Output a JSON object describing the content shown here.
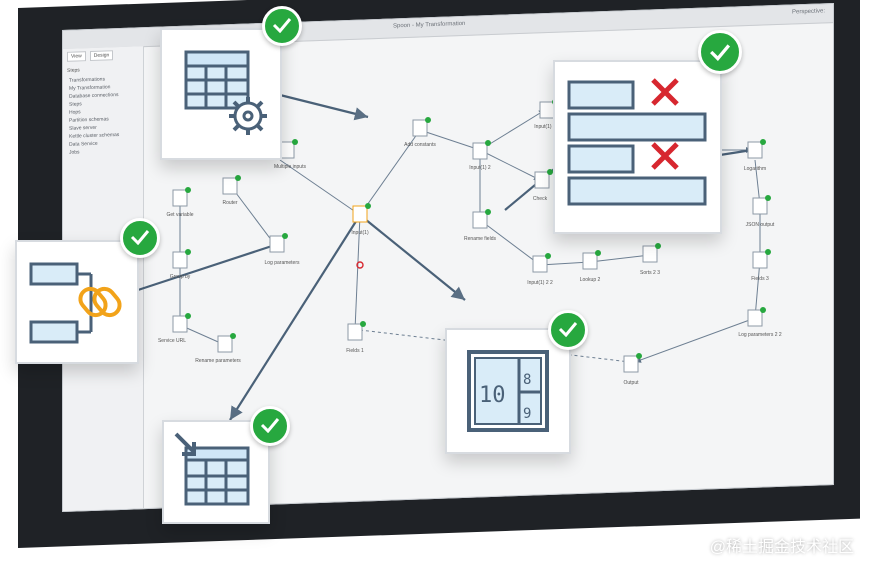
{
  "window": {
    "title": "Spoon - My Transformation",
    "perspective": "Perspective:"
  },
  "sidebar": {
    "tabs": [
      "View",
      "Design"
    ],
    "title": "Steps",
    "items": [
      "Transformations",
      "My Transformation",
      "Database connections",
      "Steps",
      "Hops",
      "Partition schemas",
      "Slave server",
      "Kettle cluster schemas",
      "Data Service",
      "Jobs"
    ]
  },
  "graph": {
    "nodes": [
      "Add constants",
      "Input(1) 2",
      "Input(1) 2",
      "Check",
      "Rename fields",
      "Input(1) 2 2",
      "Lookup 2",
      "Sorts 2 3",
      "Input(1)",
      "Multiple inputs",
      "Get variable",
      "Router",
      "Group by",
      "Service URL",
      "Rename parameters",
      "Log parameters",
      "Fields 1",
      "Output",
      "Log parameters 2 2",
      "Fields 3",
      "JSON output",
      "Logarithm"
    ]
  },
  "watermark": "@稀土掘金技术社区",
  "colors": {
    "badge": "#27a83f",
    "icon_stroke": "#4a6178",
    "icon_fill": "#d9ecf8",
    "error": "#d7272f",
    "link": "#f2a31a"
  }
}
